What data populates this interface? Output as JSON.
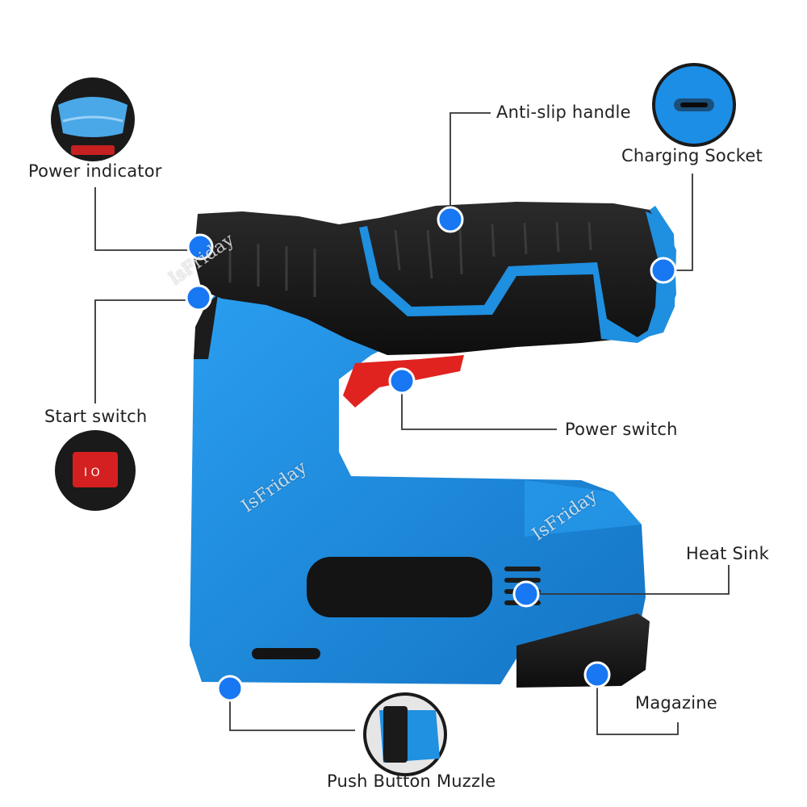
{
  "labels": {
    "power_indicator": "Power indicator",
    "anti_slip_handle": "Anti-slip handle",
    "charging_socket": "Charging Socket",
    "start_switch": "Start switch",
    "power_switch": "Power switch",
    "heat_sink": "Heat Sink",
    "magazine": "Magazine",
    "push_button_muzzle": "Push Button Muzzle"
  },
  "watermark_text": "IsFriday",
  "colors": {
    "body_blue": "#1f8fe0",
    "grip_black": "#1c1c1c",
    "callout_dot": "#1877f2",
    "trigger_red": "#e0231f",
    "leader_line": "#333333"
  }
}
